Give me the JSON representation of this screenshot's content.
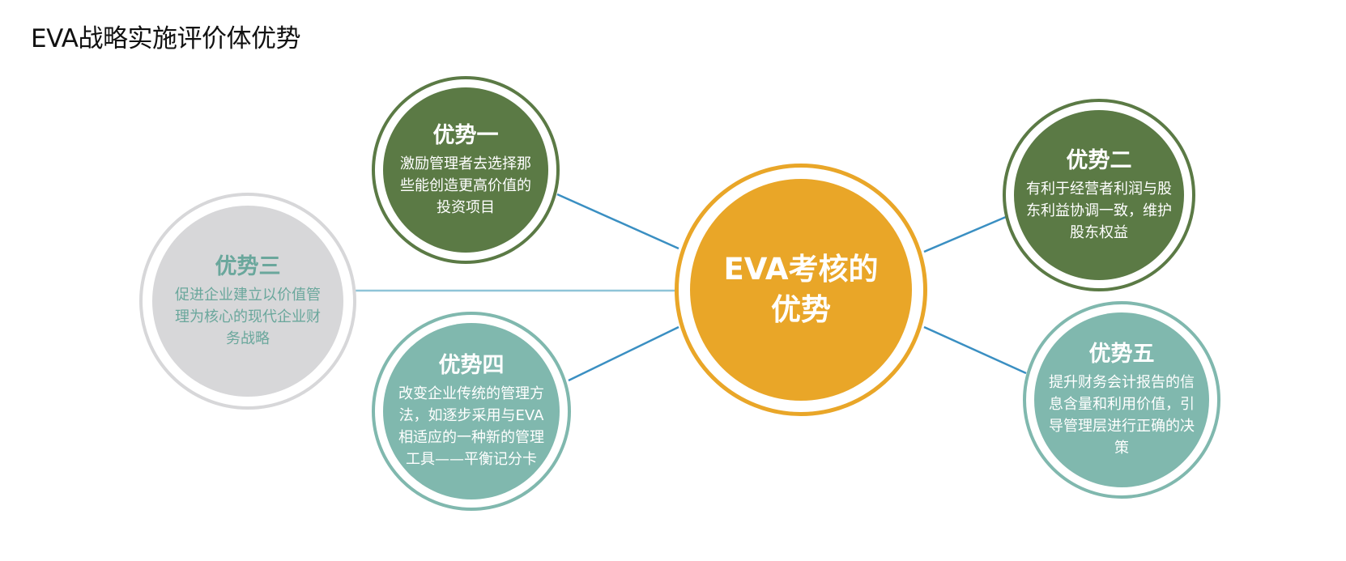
{
  "page_title": "EVA战略实施评价体优势",
  "colors": {
    "center": "#e9a628",
    "dark_green": "#5b7a45",
    "teal": "#80b8ae",
    "grey": "#d7d7d9",
    "grey_text": "#6aa79c",
    "connector": "#3a8fc2"
  },
  "center": {
    "title": "EVA考核的优势"
  },
  "advantages": [
    {
      "heading": "优势一",
      "body": "激励管理者去选择那些能创造更高价值的投资项目"
    },
    {
      "heading": "优势二",
      "body": "有利于经营者利润与股东利益协调一致，维护股东权益"
    },
    {
      "heading": "优势三",
      "body": "促进企业建立以价值管理为核心的现代企业财务战略"
    },
    {
      "heading": "优势四",
      "body": "改变企业传统的管理方法，如逐步采用与EVA相适应的一种新的管理工具——平衡记分卡"
    },
    {
      "heading": "优势五",
      "body": "提升财务会计报告的信息含量和利用价值，引导管理层进行正确的决策"
    }
  ]
}
